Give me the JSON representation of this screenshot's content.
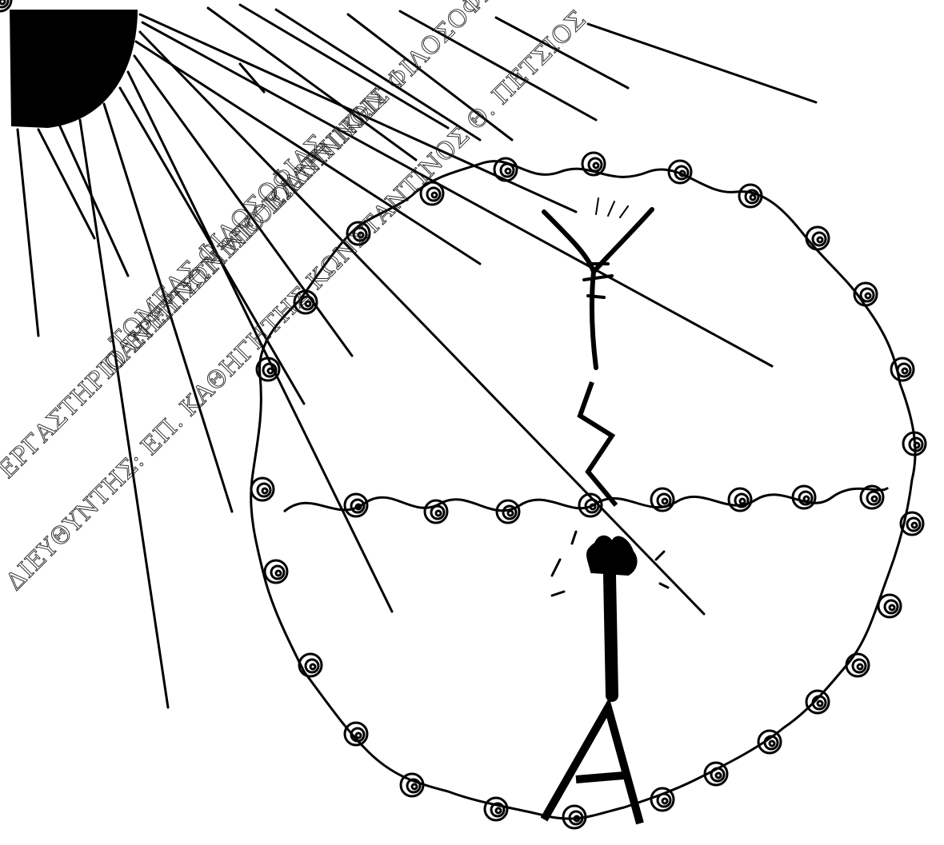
{
  "artwork": {
    "description_kind": "ink drawing",
    "ink_color": "#000000",
    "paper_color": "#ffffff"
  },
  "watermark": {
    "lines": [
      "ΠΑΝΕΠΙΣΤΗΜΙΟ ΙΩΑΝΝΙΝΩΝ",
      "ΤΟΜΕΑΣ ΦΙΛΟΣΟΦΙΑΣ",
      "ΕΡΓΑΣΤΗΡΙΟ ΕΡΕΥΝΩΝ ΝΕΟΕΛΛΗΝΙΚΗΣ ΦΙΛΟΣΟΦΙΑΣ",
      "ΔΙΕΥΘΥΝΤΗΣ: ΕΠ. ΚΑΘΗΓΗΤΗΣ ΚΩΝΣΤΑΝΤΙΝΟΣ Θ. ΠΕΤΣΙΟΣ"
    ]
  }
}
